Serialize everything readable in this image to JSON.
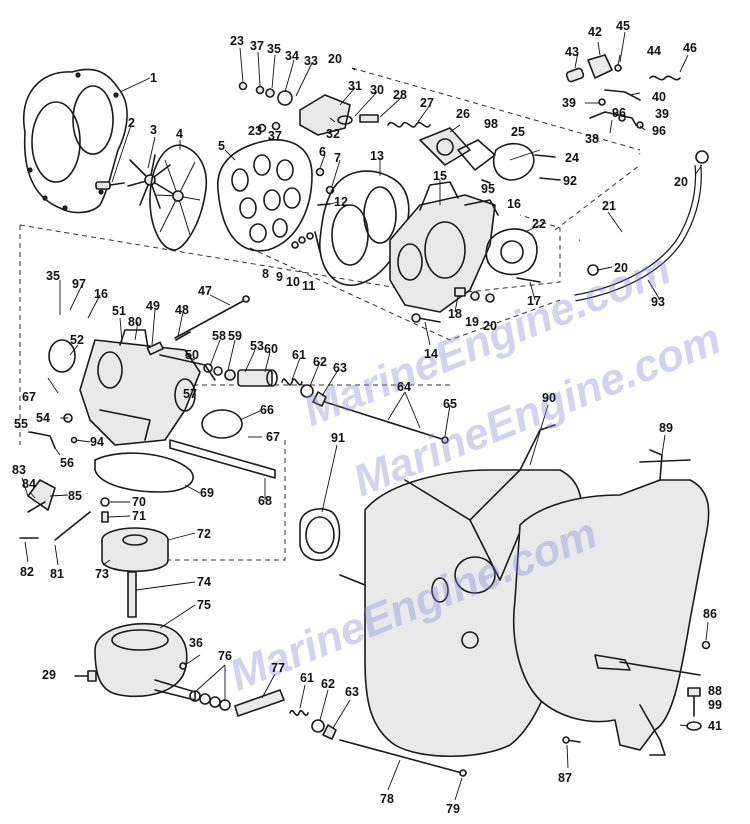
{
  "watermark": [
    "MarineEngine.com",
    "MarineEngine.com",
    "MarineEngine.com"
  ],
  "callouts": [
    {
      "n": "1"
    },
    {
      "n": "2"
    },
    {
      "n": "3"
    },
    {
      "n": "4"
    },
    {
      "n": "5"
    },
    {
      "n": "6"
    },
    {
      "n": "7"
    },
    {
      "n": "8"
    },
    {
      "n": "9"
    },
    {
      "n": "10"
    },
    {
      "n": "11"
    },
    {
      "n": "12"
    },
    {
      "n": "13"
    },
    {
      "n": "14"
    },
    {
      "n": "15"
    },
    {
      "n": "16"
    },
    {
      "n": "16"
    },
    {
      "n": "17"
    },
    {
      "n": "18"
    },
    {
      "n": "19"
    },
    {
      "n": "20"
    },
    {
      "n": "20"
    },
    {
      "n": "20"
    },
    {
      "n": "20"
    },
    {
      "n": "21"
    },
    {
      "n": "22"
    },
    {
      "n": "23"
    },
    {
      "n": "23"
    },
    {
      "n": "24"
    },
    {
      "n": "25"
    },
    {
      "n": "26"
    },
    {
      "n": "27"
    },
    {
      "n": "28"
    },
    {
      "n": "29"
    },
    {
      "n": "30"
    },
    {
      "n": "31"
    },
    {
      "n": "32"
    },
    {
      "n": "33"
    },
    {
      "n": "34"
    },
    {
      "n": "35"
    },
    {
      "n": "35"
    },
    {
      "n": "36"
    },
    {
      "n": "37"
    },
    {
      "n": "37"
    },
    {
      "n": "38"
    },
    {
      "n": "39"
    },
    {
      "n": "39"
    },
    {
      "n": "40"
    },
    {
      "n": "41"
    },
    {
      "n": "42"
    },
    {
      "n": "43"
    },
    {
      "n": "44"
    },
    {
      "n": "45"
    },
    {
      "n": "46"
    },
    {
      "n": "47"
    },
    {
      "n": "48"
    },
    {
      "n": "49"
    },
    {
      "n": "50"
    },
    {
      "n": "51"
    },
    {
      "n": "52"
    },
    {
      "n": "53"
    },
    {
      "n": "54"
    },
    {
      "n": "55"
    },
    {
      "n": "56"
    },
    {
      "n": "57"
    },
    {
      "n": "58"
    },
    {
      "n": "59"
    },
    {
      "n": "60"
    },
    {
      "n": "61"
    },
    {
      "n": "61"
    },
    {
      "n": "62"
    },
    {
      "n": "62"
    },
    {
      "n": "63"
    },
    {
      "n": "63"
    },
    {
      "n": "64"
    },
    {
      "n": "65"
    },
    {
      "n": "66"
    },
    {
      "n": "67"
    },
    {
      "n": "67"
    },
    {
      "n": "68"
    },
    {
      "n": "69"
    },
    {
      "n": "70"
    },
    {
      "n": "71"
    },
    {
      "n": "72"
    },
    {
      "n": "73"
    },
    {
      "n": "74"
    },
    {
      "n": "75"
    },
    {
      "n": "76"
    },
    {
      "n": "77"
    },
    {
      "n": "78"
    },
    {
      "n": "79"
    },
    {
      "n": "80"
    },
    {
      "n": "81"
    },
    {
      "n": "82"
    },
    {
      "n": "83"
    },
    {
      "n": "84"
    },
    {
      "n": "85"
    },
    {
      "n": "86"
    },
    {
      "n": "87"
    },
    {
      "n": "88"
    },
    {
      "n": "89"
    },
    {
      "n": "90"
    },
    {
      "n": "91"
    },
    {
      "n": "92"
    },
    {
      "n": "93"
    },
    {
      "n": "94"
    },
    {
      "n": "95"
    },
    {
      "n": "96"
    },
    {
      "n": "96"
    },
    {
      "n": "97"
    },
    {
      "n": "98"
    },
    {
      "n": "99"
    }
  ]
}
